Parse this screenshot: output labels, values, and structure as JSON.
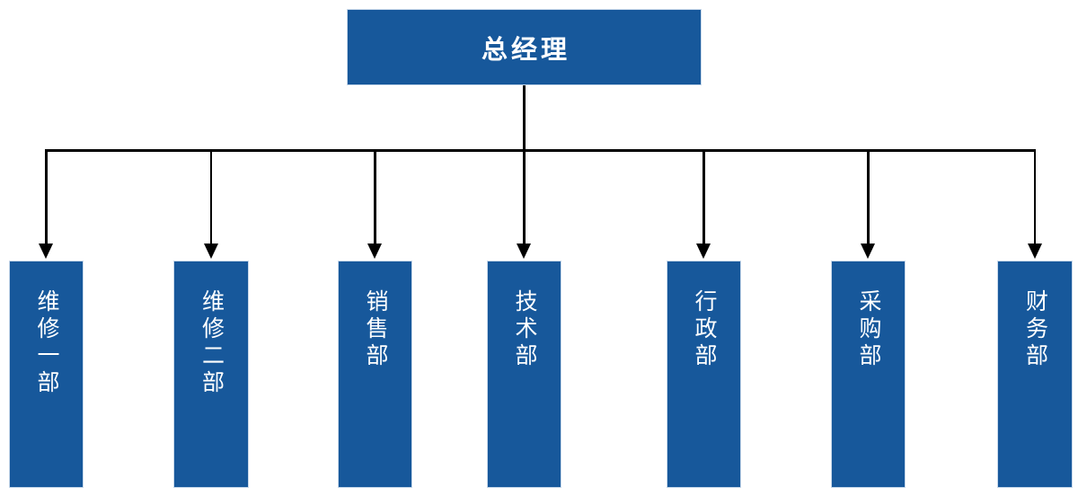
{
  "org": {
    "root": {
      "label": "总经理"
    },
    "departments": [
      {
        "label": "维修一部"
      },
      {
        "label": "维修二部"
      },
      {
        "label": "销售部"
      },
      {
        "label": "技术部"
      },
      {
        "label": "行政部"
      },
      {
        "label": "采购部"
      },
      {
        "label": "财务部"
      }
    ],
    "colors": {
      "box_fill": "#17589B",
      "box_text": "#FFFFFF",
      "connector": "#000000",
      "background": "#FFFFFF"
    }
  }
}
